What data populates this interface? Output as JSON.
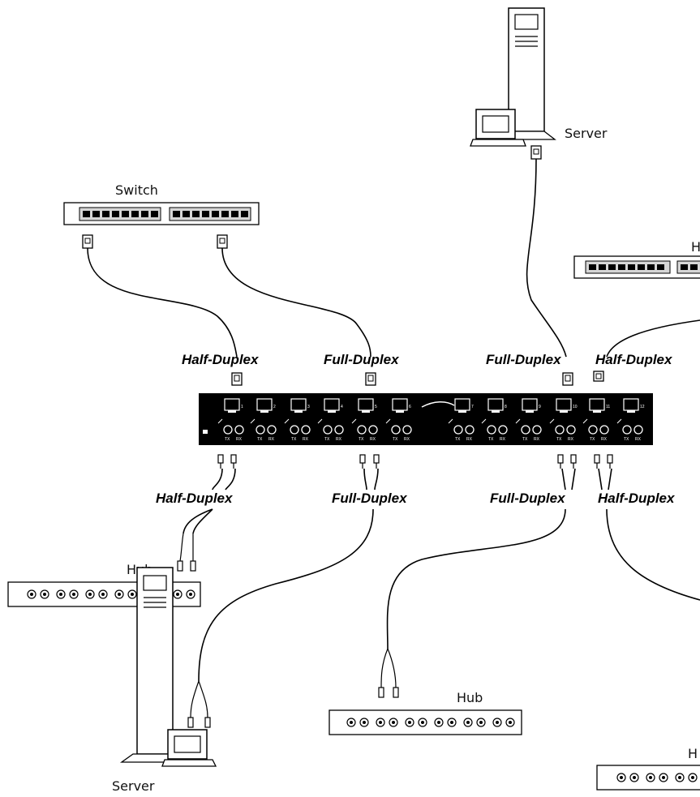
{
  "devices": {
    "switch_label": "Switch",
    "server_top_label": "Server",
    "hub_right_top_label": "H",
    "hub_left_label": "Hub",
    "hub_center_label": "Hub",
    "hub_right_bottom_label": "H",
    "server_bottom_label": "Server"
  },
  "connections": {
    "top": [
      "Half-Duplex",
      "Full-Duplex",
      "Full-Duplex",
      "Half-Duplex"
    ],
    "bottom": [
      "Half-Duplex",
      "Full-Duplex",
      "Full-Duplex",
      "Half-Duplex"
    ]
  },
  "converter": {
    "port_numbers": [
      "1",
      "2",
      "3",
      "4",
      "5",
      "6",
      "7",
      "8",
      "9",
      "10",
      "11",
      "12"
    ],
    "port_tx": "TX",
    "port_rx": "RX"
  }
}
